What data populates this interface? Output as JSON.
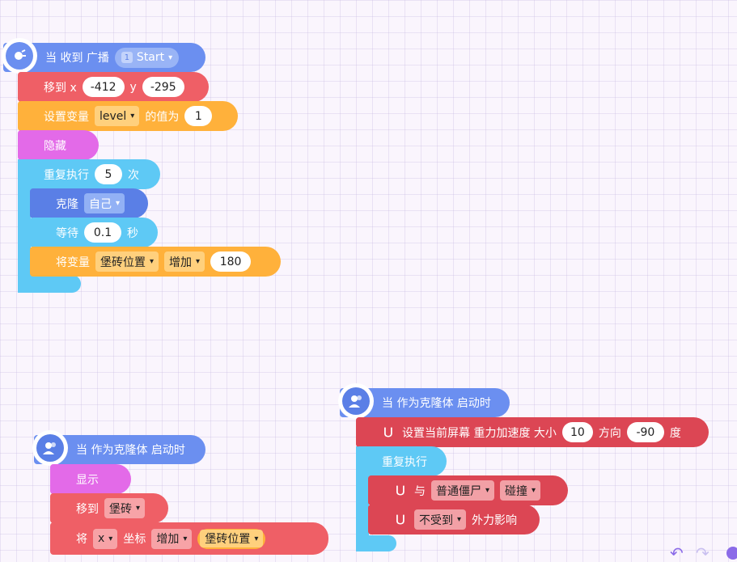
{
  "script1": {
    "hat_label": "当 收到 广播",
    "broadcast_badge": "1",
    "broadcast_value": "Start",
    "move_label": "移到 x",
    "move_x": "-412",
    "move_y_label": "y",
    "move_y": "-295",
    "setvar_label": "设置变量",
    "setvar_var": "level",
    "setvar_mid": "的值为",
    "setvar_value": "1",
    "hide_label": "隐藏",
    "repeat_label": "重复执行",
    "repeat_count": "5",
    "repeat_unit": "次",
    "clone_label": "克隆",
    "clone_target": "自己",
    "wait_label": "等待",
    "wait_value": "0.1",
    "wait_unit": "秒",
    "change_label": "将变量",
    "change_var": "堡砖位置",
    "change_op": "增加",
    "change_value": "180"
  },
  "script2": {
    "hat_label": "当 作为克隆体 启动时",
    "show_label": "显示",
    "goto_label": "移到",
    "goto_target": "堡砖",
    "coord_label": "将",
    "coord_axis": "x",
    "coord_mid": "坐标",
    "coord_op": "增加",
    "coord_value": "堡砖位置"
  },
  "script3": {
    "hat_label": "当 作为克隆体 启动时",
    "gravity_label": "设置当前屏幕 重力加速度 大小",
    "gravity_size": "10",
    "gravity_dir_label": "方向",
    "gravity_dir": "-90",
    "gravity_unit": "度",
    "repeat_label": "重复执行",
    "collide_with": "与",
    "collide_target": "普通僵尸",
    "collide_mode": "碰撞",
    "force_choice": "不受到",
    "force_label": "外力影响"
  },
  "colors": {
    "event": "#6b8ff0",
    "motion": "#ef5f66",
    "variables": "#ffb13b",
    "looks": "#e36ae8",
    "control": "#5ec9f5",
    "clone": "#5a7fe6",
    "physics": "#dc4654"
  },
  "icons": {
    "broadcast_hat": "broadcast-icon",
    "clone_hat": "clone-users-icon",
    "physics": "magnet-icon",
    "undo": "undo-icon",
    "redo": "redo-icon",
    "zoom_out": "zoom-out-icon"
  }
}
